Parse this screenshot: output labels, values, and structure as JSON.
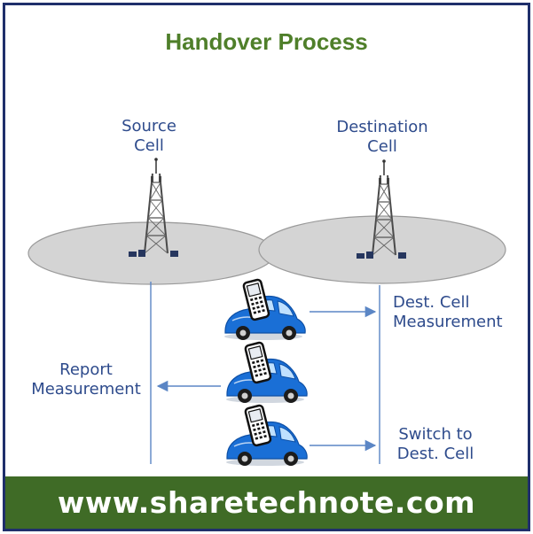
{
  "title": "Handover Process",
  "source_cell": {
    "line1": "Source",
    "line2": "Cell"
  },
  "destination_cell": {
    "line1": "Destination",
    "line2": "Cell"
  },
  "steps": {
    "dest_measurement": {
      "line1": "Dest. Cell",
      "line2": "Measurement"
    },
    "report_measurement": {
      "line1": "Report",
      "line2": "Measurement"
    },
    "switch": {
      "line1": "Switch to",
      "line2": "Dest. Cell"
    }
  },
  "footer": "www.sharetechnote.com",
  "colors": {
    "title": "#4f7f2a",
    "label": "#2e4b8c",
    "footer_bg": "#3f6b26",
    "border": "#1f2f6b",
    "arrow": "#5b86c5",
    "car": "#1a6fd6"
  }
}
